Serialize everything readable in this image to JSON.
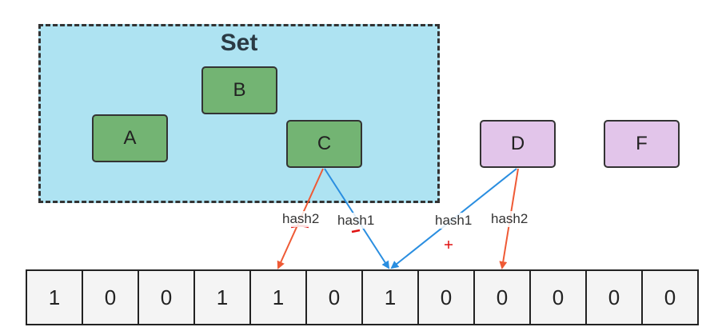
{
  "set": {
    "title": "Set"
  },
  "nodes": {
    "a": "A",
    "b": "B",
    "c": "C",
    "d": "D",
    "f": "F"
  },
  "hash_labels": {
    "c_hash2": "hash2",
    "c_hash1": "hash1",
    "d_hash1": "hash1",
    "d_hash2": "hash2"
  },
  "bit_array": [
    "1",
    "0",
    "0",
    "1",
    "1",
    "0",
    "1",
    "0",
    "0",
    "0",
    "0",
    "0"
  ],
  "colors": {
    "set_fill": "#aee3f2",
    "node_green": "#73b473",
    "node_purple": "#e2c5ea",
    "hash1_arrow": "#2a8ee0",
    "hash2_arrow": "#ef5a35"
  }
}
